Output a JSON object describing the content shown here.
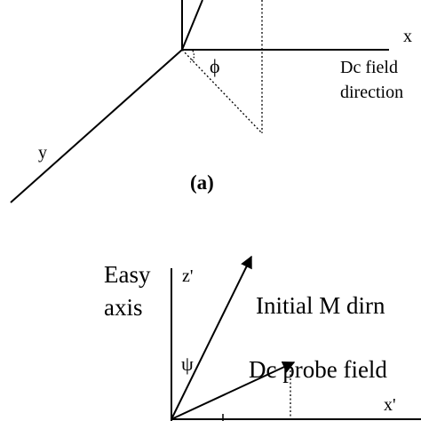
{
  "diagram_top": {
    "axis_x_label": "x",
    "axis_y_label": "y",
    "angle_label": "ϕ",
    "dc_field_label_line1": "Dc field",
    "dc_field_label_line2": "direction",
    "panel_label": "(a)"
  },
  "diagram_bottom": {
    "easy_axis_line1": "Easy",
    "easy_axis_line2": "axis",
    "axis_z_label": "z'",
    "axis_x_label": "x'",
    "angle_label": "ψ",
    "initial_m_label": "Initial M dirn",
    "dc_probe_label": "Dc probe field"
  },
  "colors": {
    "line": "#000000",
    "background": "#ffffff"
  }
}
